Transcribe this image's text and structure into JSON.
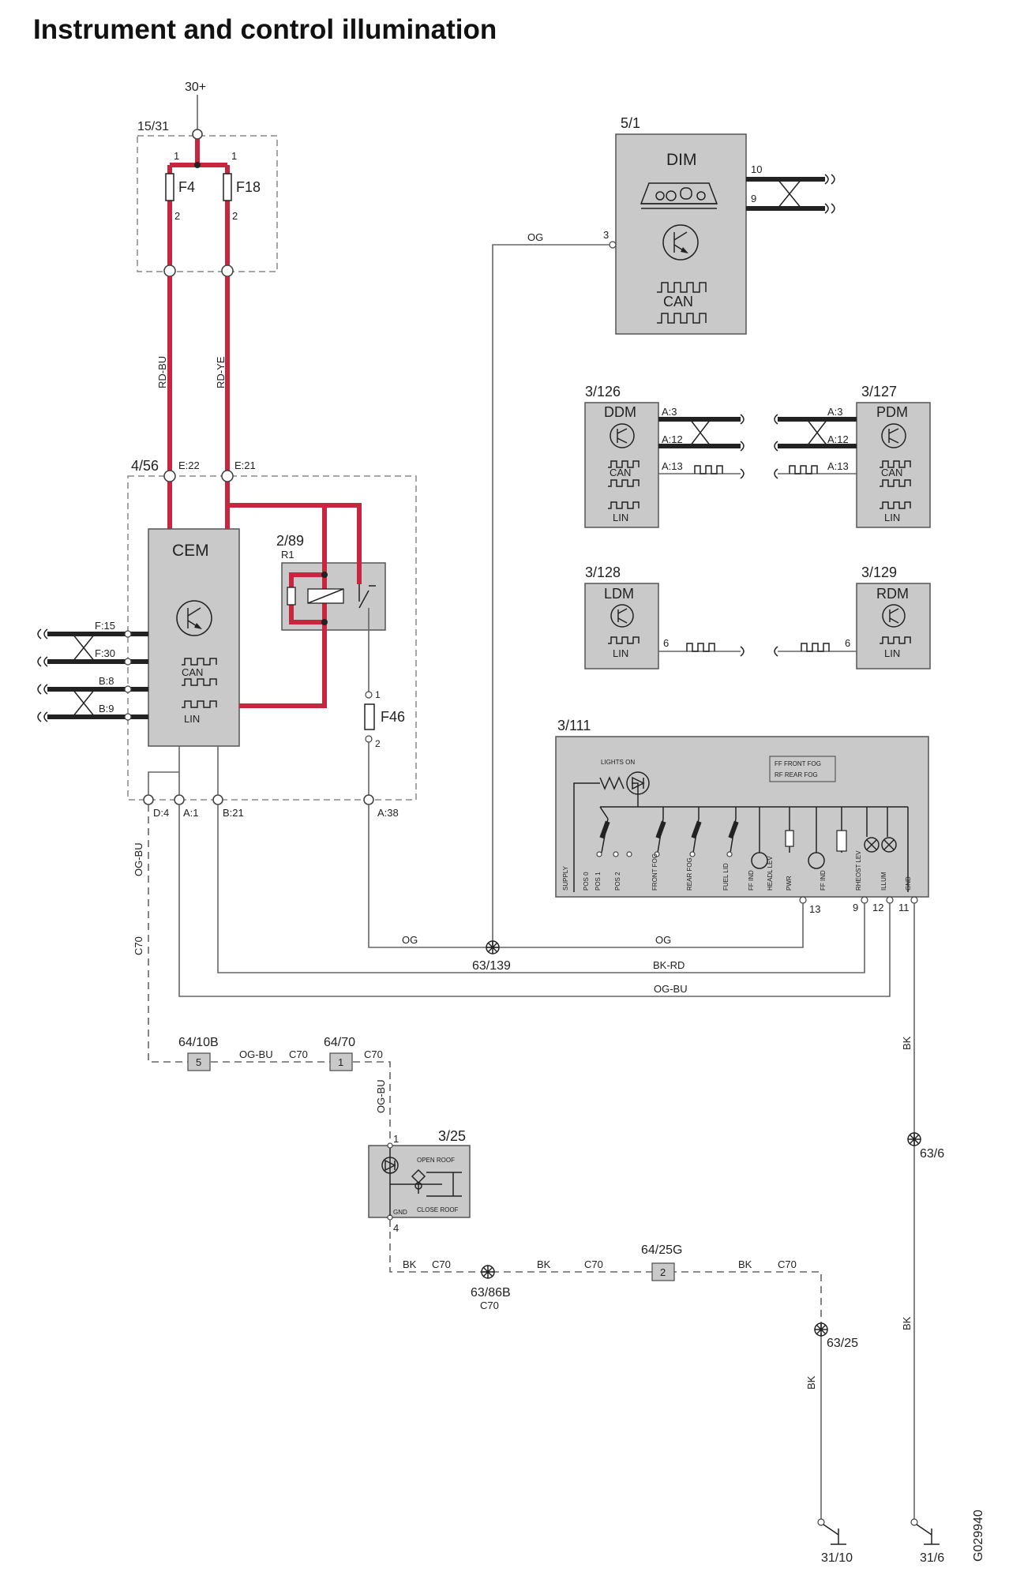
{
  "title": "Instrument and control illumination",
  "drawing_code": "G029940",
  "supply": {
    "label": "30+"
  },
  "fusebox": {
    "id": "15/31",
    "fuses": [
      "F4",
      "F18"
    ],
    "pin_in": "1",
    "pin_out": "2"
  },
  "wires": {
    "rd_bu": "RD-BU",
    "rd_ye": "RD-YE",
    "og": "OG",
    "og_bu": "OG-BU",
    "bk_rd": "BK-RD",
    "bk": "BK",
    "c70": "C70"
  },
  "cem": {
    "id": "4/56",
    "name": "CEM",
    "pins_top": [
      "E:22",
      "E:21"
    ],
    "pins_left": [
      "F:15",
      "F:30",
      "B:8",
      "B:9"
    ],
    "pins_bottom": [
      "D:4",
      "A:1",
      "B:21",
      "A:38"
    ],
    "bus_labels": [
      "CAN",
      "LIN"
    ]
  },
  "relay": {
    "id": "2/89",
    "name": "R1"
  },
  "fuse_f46": {
    "name": "F46",
    "pin_top": "1",
    "pin_bottom": "2"
  },
  "dim": {
    "id": "5/1",
    "name": "DIM",
    "pins": [
      "10",
      "9",
      "3"
    ],
    "bus_label": "CAN"
  },
  "ddm": {
    "id": "3/126",
    "name": "DDM",
    "pins": [
      "A:3",
      "A:12",
      "A:13"
    ],
    "bus_labels": [
      "CAN",
      "LIN"
    ]
  },
  "pdm": {
    "id": "3/127",
    "name": "PDM",
    "pins": [
      "A:3",
      "A:12",
      "A:13"
    ],
    "bus_labels": [
      "CAN",
      "LIN"
    ]
  },
  "ldm": {
    "id": "3/128",
    "name": "LDM",
    "pin": "6",
    "bus_label": "LIN"
  },
  "rdm": {
    "id": "3/129",
    "name": "RDM",
    "pin": "6",
    "bus_label": "LIN"
  },
  "light_switch": {
    "id": "3/111",
    "lights_on": "LIGHTS ON",
    "legend_ff": "FF   FRONT FOG",
    "legend_rf": "RF   REAR FOG",
    "functions": [
      "SUPPLY",
      "POS 0",
      "POS 1",
      "POS 2",
      "FRONT FOG",
      "REAR FOG",
      "FUEL LID",
      "FF IND",
      "HEADL LEV",
      "PWR",
      "FF IND",
      "RHEOST LEV",
      "ILLUM",
      "GND"
    ],
    "pins": [
      "13",
      "9",
      "12",
      "11"
    ]
  },
  "splices": {
    "s63_139": "63/139",
    "s63_6": "63/6",
    "s63_86b": "63/86B",
    "s63_86b_c70": "C70",
    "s63_25": "63/25"
  },
  "connectors": {
    "c64_10b": {
      "id": "64/10B",
      "pin": "5"
    },
    "c64_70": {
      "id": "64/70",
      "pin": "1"
    },
    "c64_25g": {
      "id": "64/25G",
      "pin": "2"
    }
  },
  "roof_switch": {
    "id": "3/25",
    "pin_top": "1",
    "pin_bottom": "4",
    "open_label": "OPEN ROOF",
    "close_label": "CLOSE ROOF",
    "gnd_label": "GND"
  },
  "grounds": [
    "31/10",
    "31/6"
  ]
}
